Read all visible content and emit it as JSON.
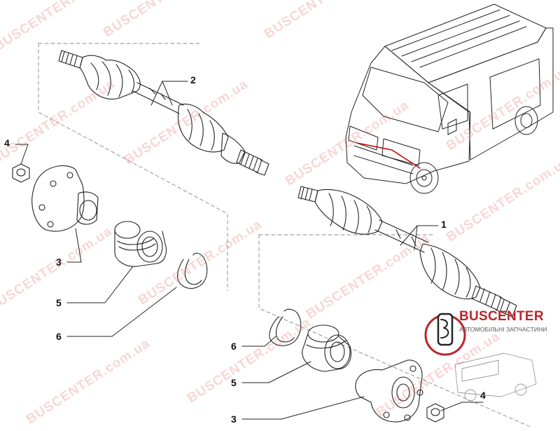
{
  "callouts": {
    "c1": "1",
    "c2": "2",
    "c3_left": "3",
    "c3_right": "3",
    "c4_left": "4",
    "c4_right": "4",
    "c5_left": "5",
    "c5_right": "5",
    "c6_left": "6",
    "c6_right": "6"
  },
  "watermark": {
    "text": "BUSCENTER.com.ua",
    "color": "#dc4646"
  },
  "brand": {
    "name": "BUSCENTER",
    "tagline": "АВТОМОБІЛЬНІ ЗАПЧАСТИНИ",
    "color": "#b9252b"
  }
}
